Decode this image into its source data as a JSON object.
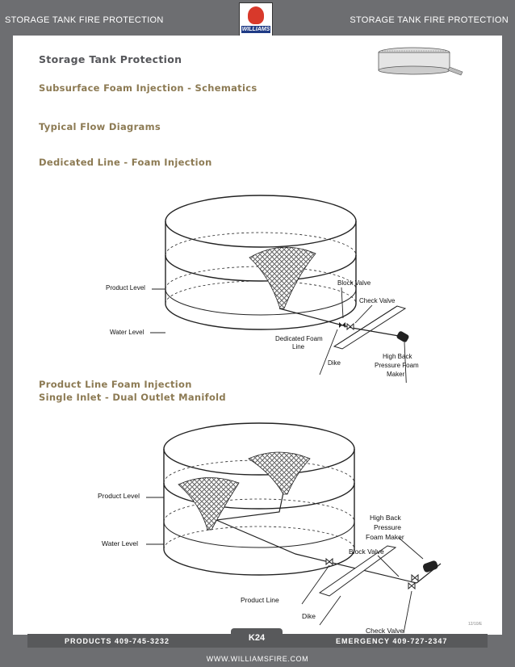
{
  "header": {
    "left": "STORAGE TANK FIRE PROTECTION",
    "right": "STORAGE TANK FIRE PROTECTION",
    "logo_text": "WILLIAMS"
  },
  "title": "Storage Tank Protection",
  "headings": {
    "h1": "Subsurface Foam Injection - Schematics",
    "h2": "Typical Flow Diagrams",
    "h3": "Dedicated Line - Foam Injection",
    "h4_line1": "Product Line Foam Injection",
    "h4_line2": "Single Inlet - Dual Outlet Manifold"
  },
  "diagram1": {
    "product_level": "Product Level",
    "water_level": "Water Level",
    "block_valve": "Block Valve",
    "check_valve": "Check Valve",
    "dedicated_line_1": "Dedicated Foam",
    "dedicated_line_2": "Line",
    "dike": "Dike",
    "maker_1": "High Back",
    "maker_2": "Pressure Foam",
    "maker_3": "Maker"
  },
  "diagram2": {
    "product_level": "Product Level",
    "water_level": "Water Level",
    "maker_1": "High Back",
    "maker_2": "Pressure",
    "maker_3": "Foam Maker",
    "block_valve": "Block Valve",
    "product_line": "Product Line",
    "dike": "Dike",
    "check_valve": "Check Valve"
  },
  "footer": {
    "products": "PRODUCTS 409-745-3232",
    "page": "K24",
    "emergency": "EMERGENCY 409-727-2347",
    "website": "WWW.WILLIAMSFIRE.COM",
    "code": "12/10/E"
  }
}
